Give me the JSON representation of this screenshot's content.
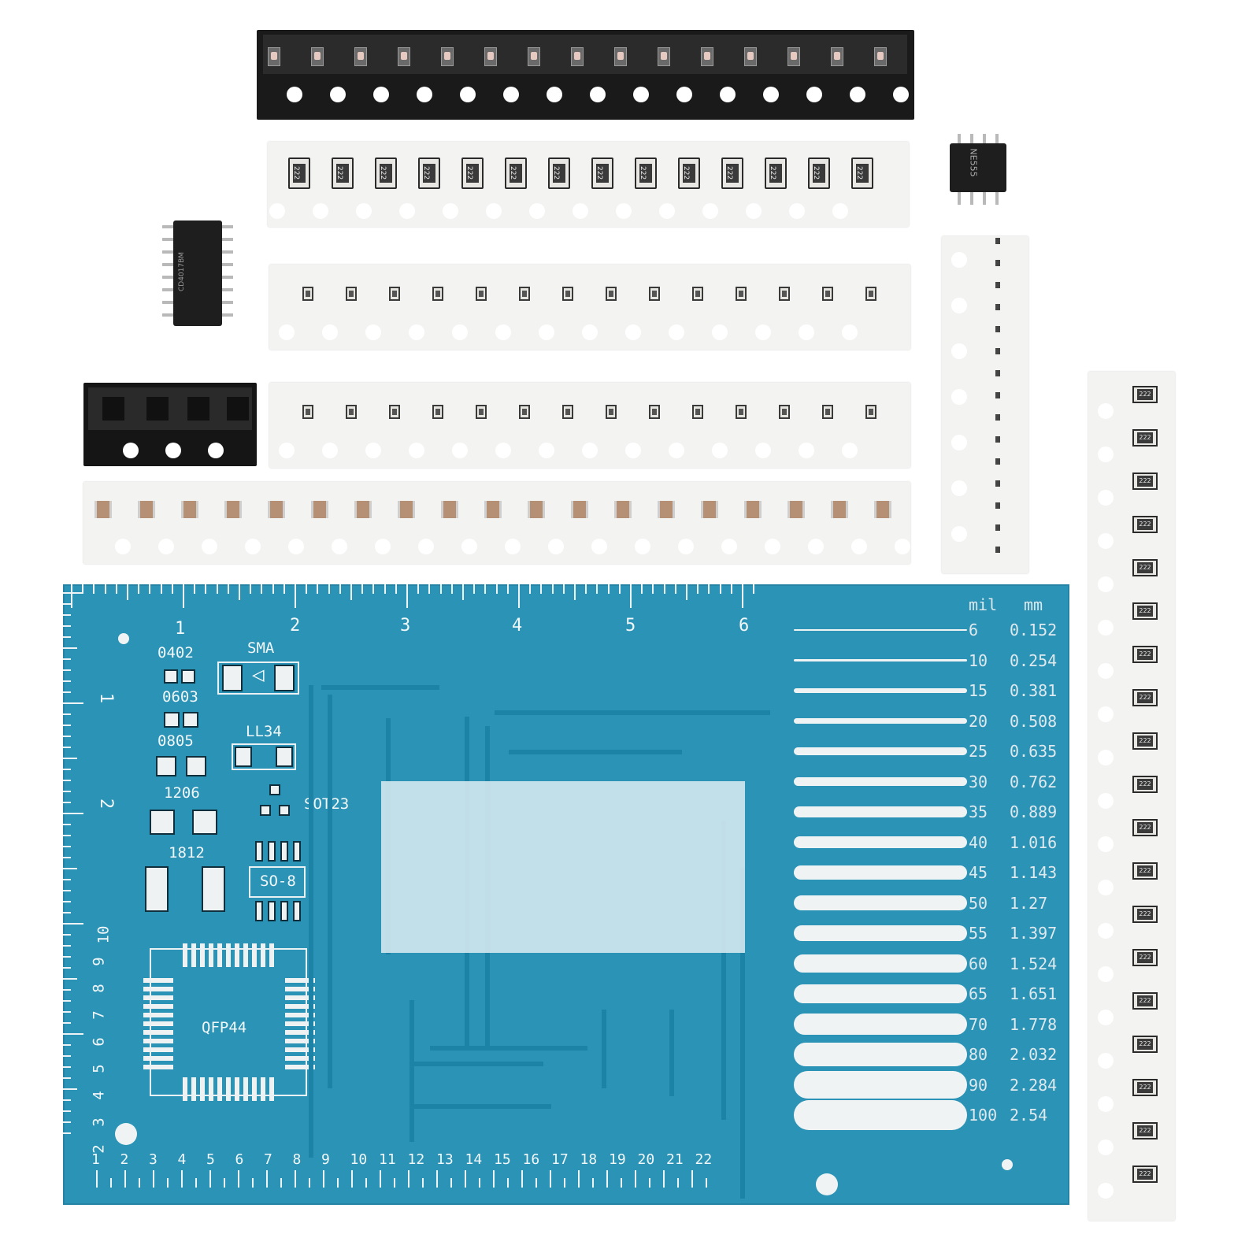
{
  "resistor_marking": "222",
  "ic_so8_label": "NE555",
  "ic_so16_label": "CD4017BM",
  "pcb": {
    "ruler_top": [
      "1",
      "2",
      "3",
      "4",
      "5",
      "6"
    ],
    "ruler_left": [
      "1",
      "2"
    ],
    "ruler_left_mm": [
      "10",
      "9",
      "8",
      "7",
      "6",
      "5",
      "4",
      "3",
      "2"
    ],
    "ruler_bottom": [
      "1",
      "2",
      "3",
      "4",
      "5",
      "6",
      "7",
      "8",
      "9",
      "10",
      "11",
      "12",
      "13",
      "14",
      "15",
      "16",
      "17",
      "18",
      "19",
      "20",
      "21",
      "22"
    ],
    "footprints": {
      "p0402": "0402",
      "p0603": "0603",
      "p0805": "0805",
      "p1206": "1206",
      "p1812": "1812",
      "sma": "SMA",
      "ll34": "LL34",
      "sot23": "SOT23",
      "so8": "SO-8",
      "qfp44": "QFP44"
    },
    "width_table": {
      "mil_header": "mil",
      "mm_header": "mm",
      "rows": [
        {
          "mil": "6",
          "mm": "0.152"
        },
        {
          "mil": "10",
          "mm": "0.254"
        },
        {
          "mil": "15",
          "mm": "0.381"
        },
        {
          "mil": "20",
          "mm": "0.508"
        },
        {
          "mil": "25",
          "mm": "0.635"
        },
        {
          "mil": "30",
          "mm": "0.762"
        },
        {
          "mil": "35",
          "mm": "0.889"
        },
        {
          "mil": "40",
          "mm": "1.016"
        },
        {
          "mil": "45",
          "mm": "1.143"
        },
        {
          "mil": "50",
          "mm": "1.27"
        },
        {
          "mil": "55",
          "mm": "1.397"
        },
        {
          "mil": "60",
          "mm": "1.524"
        },
        {
          "mil": "65",
          "mm": "1.651"
        },
        {
          "mil": "70",
          "mm": "1.778"
        },
        {
          "mil": "80",
          "mm": "2.032"
        },
        {
          "mil": "90",
          "mm": "2.284"
        },
        {
          "mil": "100",
          "mm": "2.54"
        }
      ]
    }
  }
}
